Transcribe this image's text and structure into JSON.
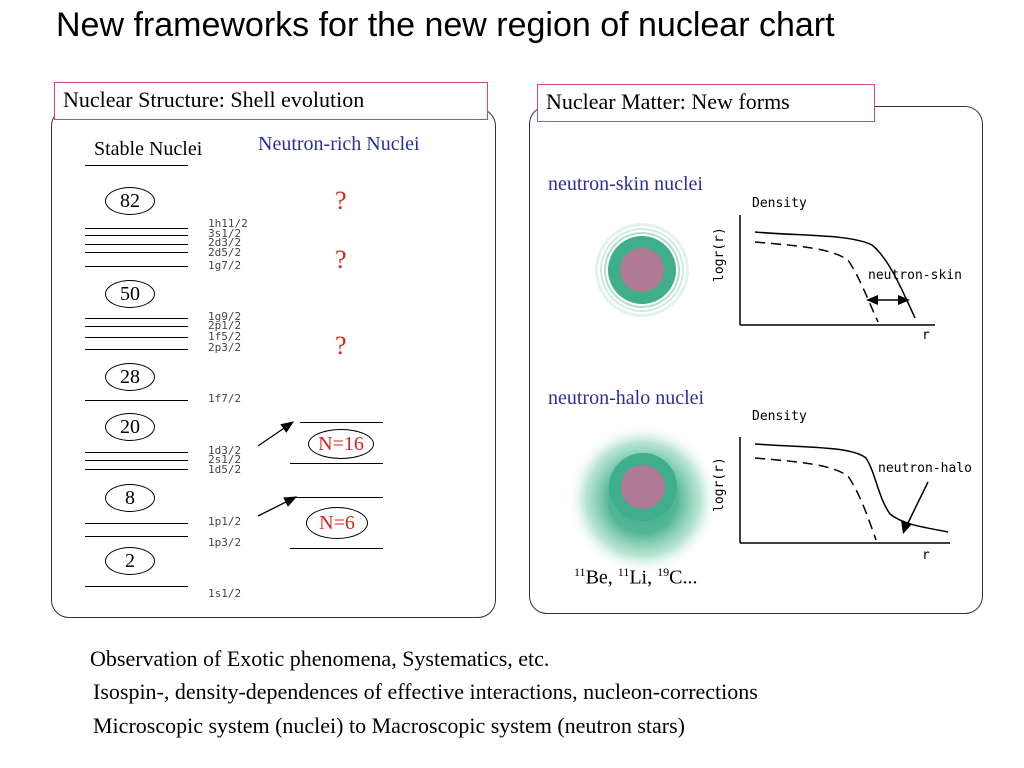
{
  "title": "New frameworks for the new region of nuclear chart",
  "left_panel": {
    "header": "Nuclear Structure: Shell evolution",
    "stable_label": "Stable Nuclei",
    "neutron_rich_label": "Neutron-rich Nuclei",
    "magic_numbers": [
      "82",
      "50",
      "28",
      "20",
      "8",
      "2"
    ],
    "orbitals": [
      "1h11/2",
      "3s1/2",
      "2d3/2",
      "2d5/2",
      "1g7/2",
      "1g9/2",
      "2p1/2",
      "1f5/2",
      "2p3/2",
      "1f7/2",
      "1d3/2",
      "2s1/2",
      "1d5/2",
      "1p1/2",
      "1p3/2",
      "1s1/2"
    ],
    "question_marks": [
      "?",
      "?",
      "?"
    ],
    "new_magic": [
      "N=16",
      "N=6"
    ]
  },
  "right_panel": {
    "header": "Nuclear Matter: New forms",
    "skin_label": "neutron-skin nuclei",
    "halo_label": "neutron-halo nuclei",
    "density_label": "Density",
    "y_axis_label": "logr(r)",
    "x_axis_label": "r",
    "skin_annotation": "neutron-skin",
    "halo_annotation": "neutron-halo",
    "examples": [
      {
        "mass": "11",
        "symbol": "Be"
      },
      {
        "mass": "11",
        "symbol": "Li"
      },
      {
        "mass": "19",
        "symbol": "C..."
      }
    ]
  },
  "bottom_lines": [
    "Observation of Exotic phenomena, Systematics, etc.",
    "Isospin-, density-dependences of effective interactions, nucleon-corrections",
    "Microscopic system (nuclei) to Macroscopic system (neutron stars)"
  ],
  "colors": {
    "header_border": "#d4457a",
    "blue_text": "#2b2f9a",
    "red_text": "#d9261c",
    "core": "#b07a96",
    "skin": "#3fae8a"
  }
}
